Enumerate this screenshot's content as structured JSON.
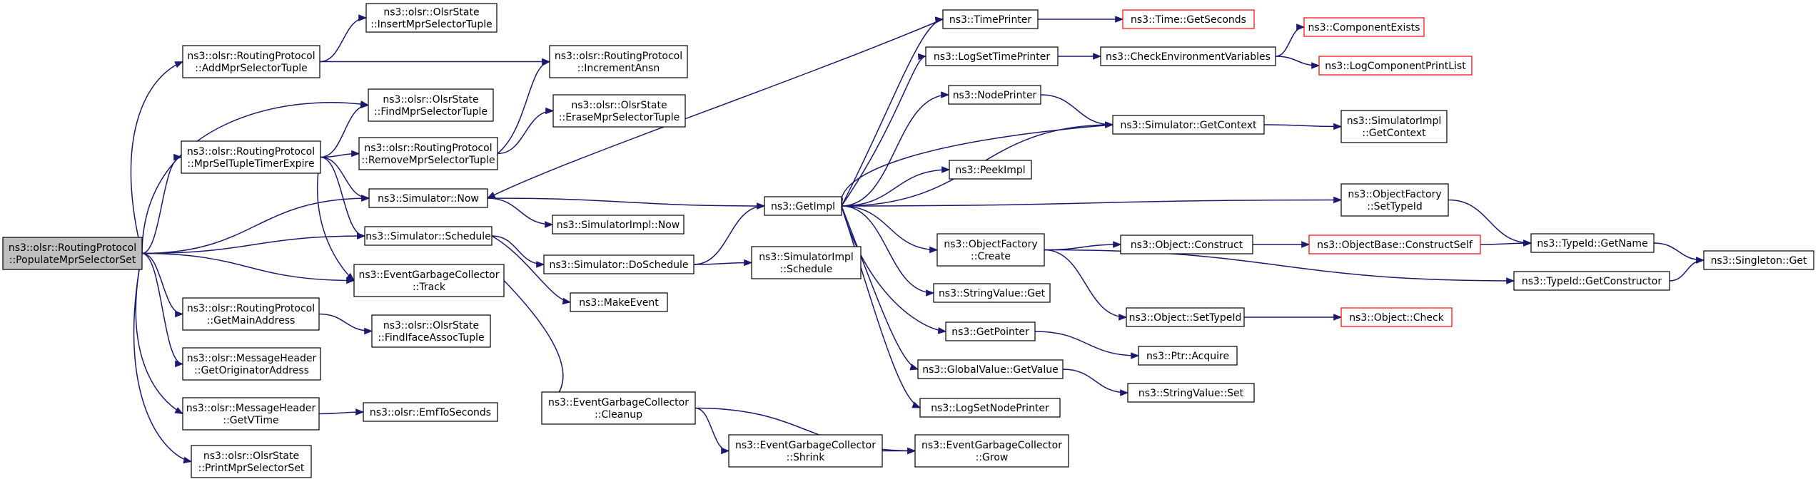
{
  "colors": {
    "edge": "#191970",
    "box_border": "#000000",
    "box_fill": "#ffffff",
    "root_fill": "#bfbfbf",
    "undocumented_border": "#ff0000"
  },
  "nodes": [
    {
      "id": "n0",
      "lines": [
        "ns3::olsr::RoutingProtocol",
        "::PopulateMprSelectorSet"
      ],
      "root": true
    },
    {
      "id": "n1",
      "lines": [
        "ns3::olsr::RoutingProtocol",
        "::AddMprSelectorTuple"
      ]
    },
    {
      "id": "n2",
      "lines": [
        "ns3::olsr::OlsrState",
        "::InsertMprSelectorTuple"
      ]
    },
    {
      "id": "n3",
      "lines": [
        "ns3::olsr::RoutingProtocol",
        "::IncrementAnsn"
      ]
    },
    {
      "id": "n4",
      "lines": [
        "ns3::olsr::OlsrState",
        "::FindMprSelectorTuple"
      ]
    },
    {
      "id": "n5",
      "lines": [
        "ns3::olsr::OlsrState",
        "::EraseMprSelectorTuple"
      ]
    },
    {
      "id": "n6",
      "lines": [
        "ns3::olsr::RoutingProtocol",
        "::MprSelTupleTimerExpire"
      ]
    },
    {
      "id": "n7",
      "lines": [
        "ns3::olsr::RoutingProtocol",
        "::RemoveMprSelectorTuple"
      ]
    },
    {
      "id": "n8",
      "lines": [
        "ns3::Simulator::Now"
      ]
    },
    {
      "id": "n9",
      "lines": [
        "ns3::SimulatorImpl::Now"
      ]
    },
    {
      "id": "n10",
      "lines": [
        "ns3::Simulator::Schedule"
      ]
    },
    {
      "id": "n11",
      "lines": [
        "ns3::Simulator::DoSchedule"
      ]
    },
    {
      "id": "n12",
      "lines": [
        "ns3::SimulatorImpl",
        "::Schedule"
      ]
    },
    {
      "id": "n13",
      "lines": [
        "ns3::EventGarbageCollector",
        "::Track"
      ]
    },
    {
      "id": "n14",
      "lines": [
        "ns3::MakeEvent"
      ]
    },
    {
      "id": "n15",
      "lines": [
        "ns3::olsr::RoutingProtocol",
        "::GetMainAddress"
      ]
    },
    {
      "id": "n16",
      "lines": [
        "ns3::olsr::OlsrState",
        "::FindIfaceAssocTuple"
      ]
    },
    {
      "id": "n17",
      "lines": [
        "ns3::olsr::MessageHeader",
        "::GetOriginatorAddress"
      ]
    },
    {
      "id": "n18",
      "lines": [
        "ns3::olsr::MessageHeader",
        "::GetVTime"
      ]
    },
    {
      "id": "n19",
      "lines": [
        "ns3::olsr::EmfToSeconds"
      ]
    },
    {
      "id": "n20",
      "lines": [
        "ns3::olsr::OlsrState",
        "::PrintMprSelectorSet"
      ]
    },
    {
      "id": "n21",
      "lines": [
        "ns3::EventGarbageCollector",
        "::Cleanup"
      ]
    },
    {
      "id": "n22",
      "lines": [
        "ns3::EventGarbageCollector",
        "::Shrink"
      ]
    },
    {
      "id": "n23",
      "lines": [
        "ns3::EventGarbageCollector",
        "::Grow"
      ]
    },
    {
      "id": "n24",
      "lines": [
        "ns3::GetImpl"
      ]
    },
    {
      "id": "n25",
      "lines": [
        "ns3::TimePrinter"
      ]
    },
    {
      "id": "n26",
      "lines": [
        "ns3::Time::GetSeconds"
      ],
      "undocumented": true
    },
    {
      "id": "n27",
      "lines": [
        "ns3::LogSetTimePrinter"
      ]
    },
    {
      "id": "n28",
      "lines": [
        "ns3::CheckEnvironmentVariables"
      ]
    },
    {
      "id": "n29",
      "lines": [
        "ns3::ComponentExists"
      ],
      "undocumented": true
    },
    {
      "id": "n30",
      "lines": [
        "ns3::LogComponentPrintList"
      ],
      "undocumented": true
    },
    {
      "id": "n31",
      "lines": [
        "ns3::NodePrinter"
      ]
    },
    {
      "id": "n32",
      "lines": [
        "ns3::Simulator::GetContext"
      ]
    },
    {
      "id": "n33",
      "lines": [
        "ns3::SimulatorImpl",
        "::GetContext"
      ]
    },
    {
      "id": "n34",
      "lines": [
        "ns3::PeekImpl"
      ]
    },
    {
      "id": "n35",
      "lines": [
        "ns3::ObjectFactory",
        "::SetTypeId"
      ]
    },
    {
      "id": "n36",
      "lines": [
        "ns3::TypeId::GetName"
      ]
    },
    {
      "id": "n37",
      "lines": [
        "ns3::Singleton::Get"
      ]
    },
    {
      "id": "n38",
      "lines": [
        "ns3::ObjectFactory",
        "::Create"
      ]
    },
    {
      "id": "n39",
      "lines": [
        "ns3::Object::Construct"
      ]
    },
    {
      "id": "n40",
      "lines": [
        "ns3::ObjectBase::ConstructSelf"
      ],
      "undocumented": true
    },
    {
      "id": "n41",
      "lines": [
        "ns3::TypeId::GetConstructor"
      ]
    },
    {
      "id": "n42",
      "lines": [
        "ns3::StringValue::Get"
      ]
    },
    {
      "id": "n43",
      "lines": [
        "ns3::Object::SetTypeId"
      ]
    },
    {
      "id": "n44",
      "lines": [
        "ns3::Object::Check"
      ],
      "undocumented": true
    },
    {
      "id": "n45",
      "lines": [
        "ns3::GetPointer"
      ]
    },
    {
      "id": "n46",
      "lines": [
        "ns3::Ptr::Acquire"
      ]
    },
    {
      "id": "n47",
      "lines": [
        "ns3::GlobalValue::GetValue"
      ]
    },
    {
      "id": "n48",
      "lines": [
        "ns3::StringValue::Set"
      ]
    },
    {
      "id": "n49",
      "lines": [
        "ns3::LogSetNodePrinter"
      ]
    }
  ],
  "edges": [
    [
      "n0",
      "n1"
    ],
    [
      "n0",
      "n4"
    ],
    [
      "n0",
      "n6"
    ],
    [
      "n0",
      "n8"
    ],
    [
      "n0",
      "n10"
    ],
    [
      "n0",
      "n13"
    ],
    [
      "n0",
      "n15"
    ],
    [
      "n0",
      "n17"
    ],
    [
      "n0",
      "n18"
    ],
    [
      "n0",
      "n20"
    ],
    [
      "n1",
      "n2"
    ],
    [
      "n1",
      "n3"
    ],
    [
      "n6",
      "n4"
    ],
    [
      "n6",
      "n7"
    ],
    [
      "n6",
      "n8"
    ],
    [
      "n6",
      "n10"
    ],
    [
      "n6",
      "n13"
    ],
    [
      "n7",
      "n3"
    ],
    [
      "n7",
      "n5"
    ],
    [
      "n8",
      "n9"
    ],
    [
      "n8",
      "n24"
    ],
    [
      "n10",
      "n11"
    ],
    [
      "n10",
      "n14"
    ],
    [
      "n11",
      "n12"
    ],
    [
      "n11",
      "n24"
    ],
    [
      "n13",
      "n21"
    ],
    [
      "n15",
      "n16"
    ],
    [
      "n18",
      "n19"
    ],
    [
      "n21",
      "n22"
    ],
    [
      "n21",
      "n23"
    ],
    [
      "n22",
      "n23"
    ],
    [
      "n24",
      "n25"
    ],
    [
      "n24",
      "n27"
    ],
    [
      "n24",
      "n31"
    ],
    [
      "n24",
      "n32"
    ],
    [
      "n24",
      "n34"
    ],
    [
      "n24",
      "n35"
    ],
    [
      "n24",
      "n38"
    ],
    [
      "n24",
      "n42"
    ],
    [
      "n24",
      "n45"
    ],
    [
      "n24",
      "n47"
    ],
    [
      "n24",
      "n49"
    ],
    [
      "n25",
      "n26"
    ],
    [
      "n25",
      "n8"
    ],
    [
      "n27",
      "n28"
    ],
    [
      "n28",
      "n29"
    ],
    [
      "n28",
      "n30"
    ],
    [
      "n31",
      "n32"
    ],
    [
      "n32",
      "n33"
    ],
    [
      "n32",
      "n24"
    ],
    [
      "n35",
      "n36"
    ],
    [
      "n36",
      "n37"
    ],
    [
      "n38",
      "n39"
    ],
    [
      "n38",
      "n41"
    ],
    [
      "n38",
      "n43"
    ],
    [
      "n39",
      "n40"
    ],
    [
      "n40",
      "n36"
    ],
    [
      "n41",
      "n37"
    ],
    [
      "n43",
      "n44"
    ],
    [
      "n45",
      "n46"
    ],
    [
      "n47",
      "n48"
    ]
  ]
}
